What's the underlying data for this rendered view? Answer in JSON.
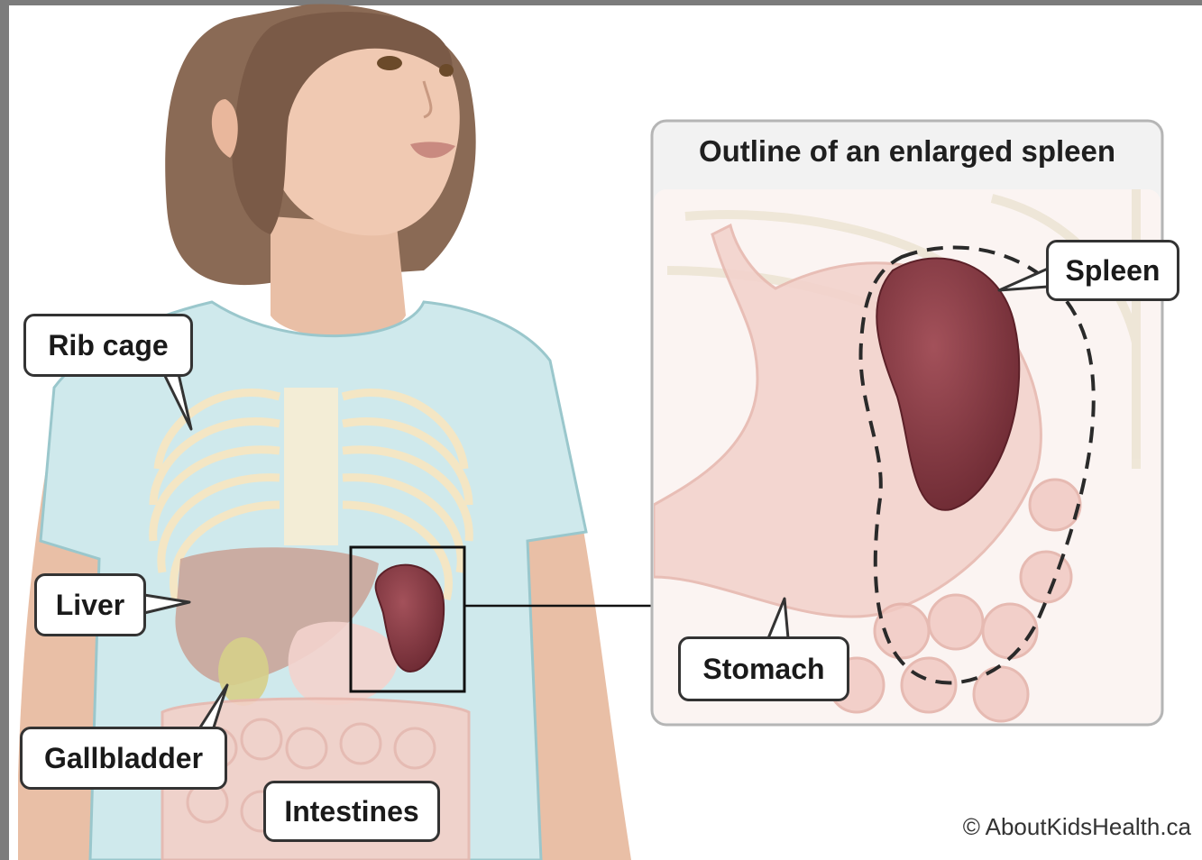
{
  "labels": {
    "rib_cage": "Rib cage",
    "liver": "Liver",
    "gallbladder": "Gallbladder",
    "intestines": "Intestines",
    "spleen": "Spleen",
    "stomach": "Stomach"
  },
  "inset": {
    "title": "Outline of an enlarged spleen"
  },
  "credit": "© AboutKidsHealth.ca",
  "colors": {
    "shirt": "#cfe9ec",
    "skin": "#e9bfa6",
    "hair": "#8a6a55",
    "spleen": "#8a3a44",
    "stomach": "#f3d3cd",
    "liver": "#c9a195",
    "inset_border": "#b5b5b5"
  }
}
